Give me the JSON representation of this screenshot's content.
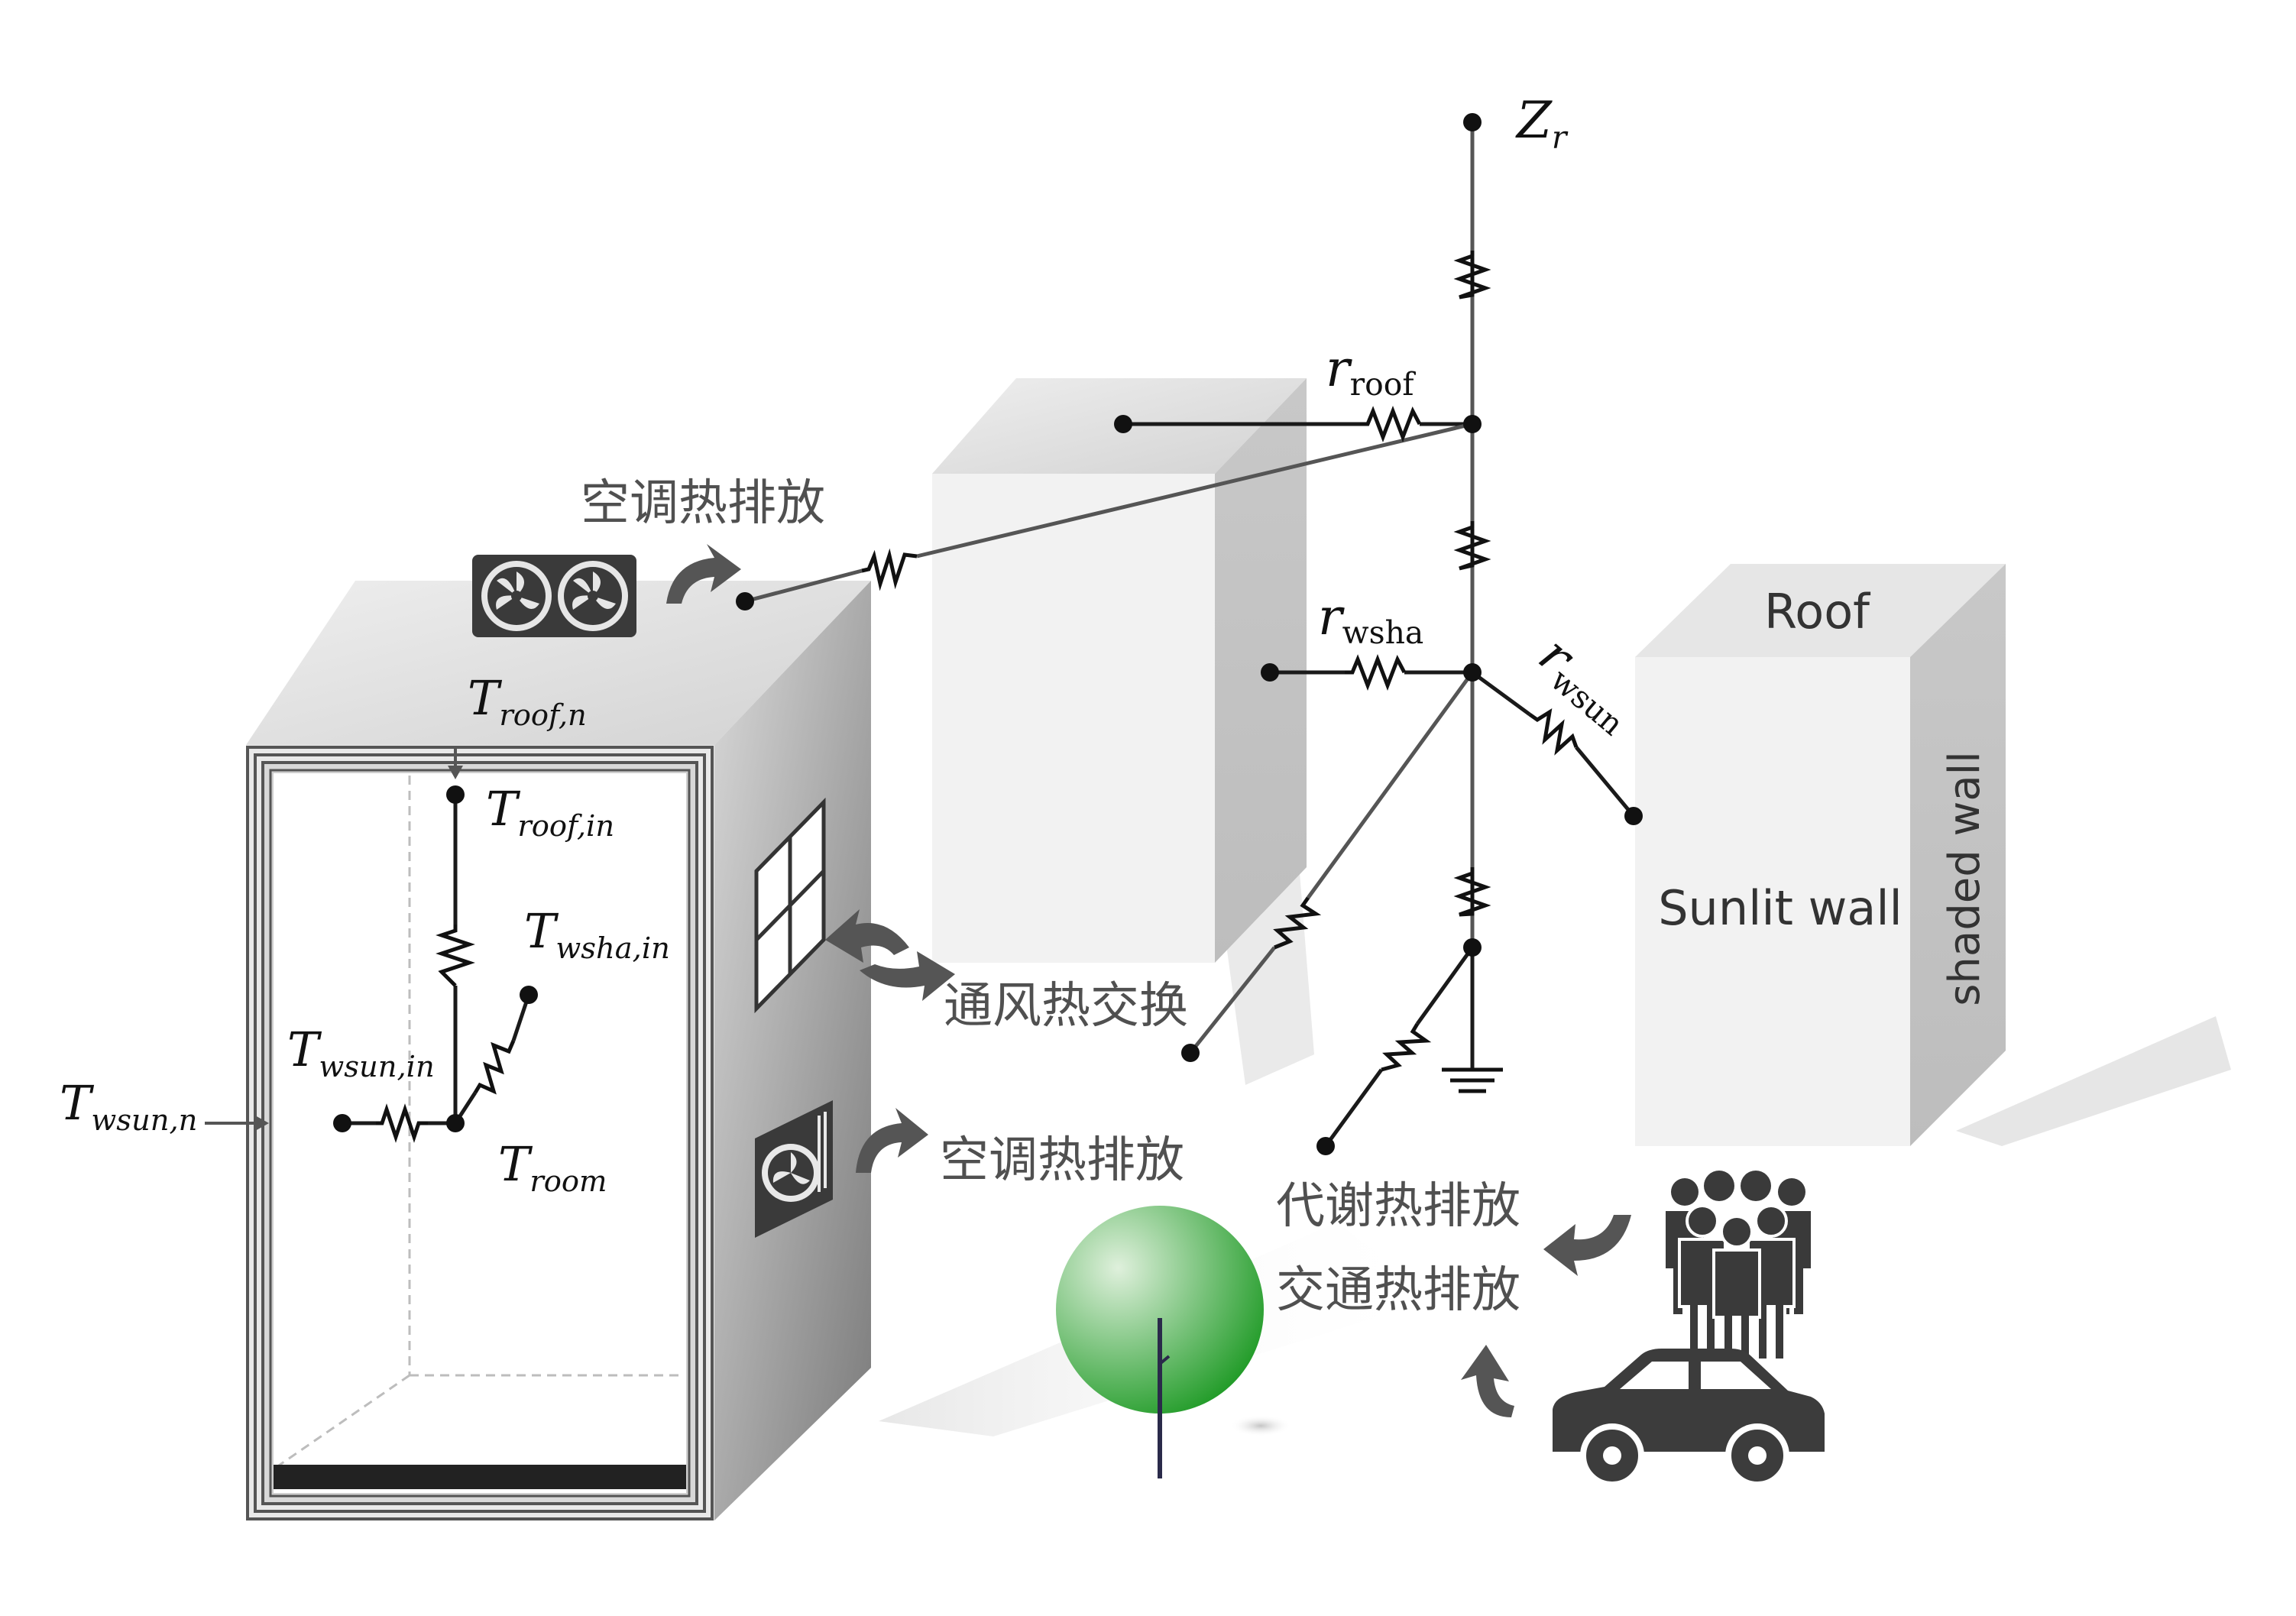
{
  "labels": {
    "zr": {
      "main": "Z",
      "sub": "r"
    },
    "r_roof": {
      "main": "r",
      "sub": "roof"
    },
    "r_wsha": {
      "main": "r",
      "sub": "wsha"
    },
    "r_wsun": {
      "main": "r",
      "sub": "wsun"
    },
    "t_roof_n": {
      "main": "T",
      "sub": "roof,n"
    },
    "t_roof_in": {
      "main": "T",
      "sub": "roof,in"
    },
    "t_wsha_in": {
      "main": "T",
      "sub": "wsha,in"
    },
    "t_wsun_in": {
      "main": "T",
      "sub": "wsun,in"
    },
    "t_wsun_n": {
      "main": "T",
      "sub": "wsun,n"
    },
    "t_room": {
      "main": "T",
      "sub": "room"
    }
  },
  "annotations": {
    "ac_heat_top": "空调热排放",
    "ventilation": "通风热交换",
    "ac_heat_side": "空调热排放",
    "metabolic_heat": "代谢热排放",
    "traffic_heat": "交通热排放"
  },
  "building_faces": {
    "roof": "Roof",
    "sunlit_wall": "Sunlit wall",
    "shaded_wall": "shaded wall"
  },
  "icons": [
    "fan-unit-icon",
    "window-icon",
    "ac-outdoor-unit-icon",
    "people-group-icon",
    "car-icon",
    "tree-icon",
    "ground-icon"
  ],
  "colors": {
    "building_front": "#f2f2f2",
    "building_side": "#c6c6c6",
    "annotation_text": "#505050",
    "tree_green": "#2e9b35"
  }
}
